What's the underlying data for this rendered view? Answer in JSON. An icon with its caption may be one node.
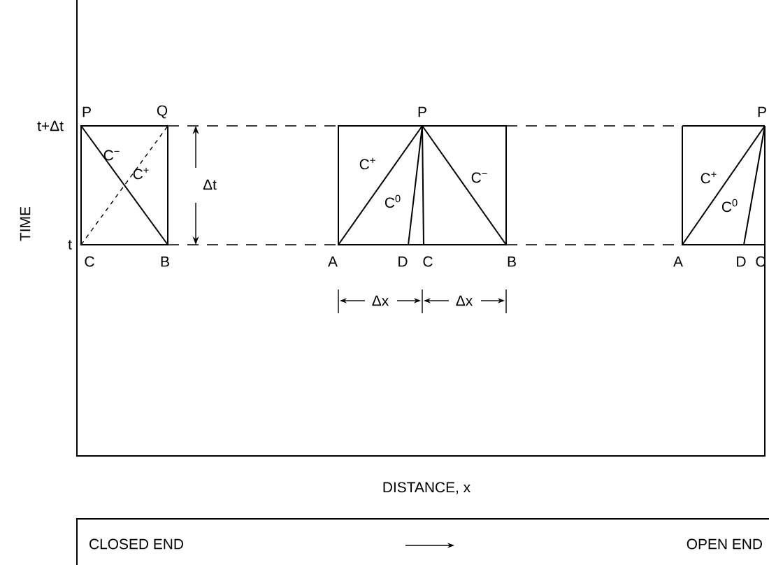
{
  "diagram": {
    "labels": [
      "t+Δt",
      "P",
      "Q",
      "C$^{−}$",
      "C$^{+}$",
      "Δt",
      "TIME",
      "t",
      "C",
      "B",
      "P",
      "C$^{+}$",
      "C$^{0}$",
      "C$^{−}$",
      "A",
      "D",
      "C",
      "B",
      "Δx",
      "Δx",
      "P",
      "C$^{+}$",
      "C$^{0}$",
      "A",
      "D",
      "C",
      "DISTANCE, x",
      "CLOSED END",
      "OPEN END"
    ]
  }
}
